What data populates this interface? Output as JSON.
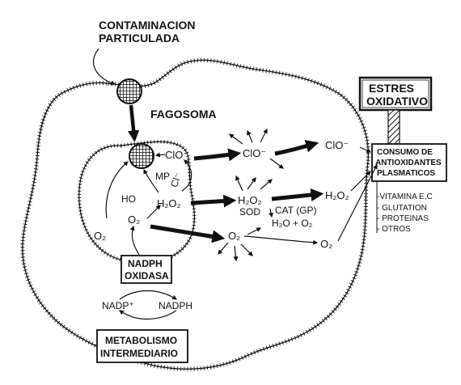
{
  "labels": {
    "contaminacion_line1": "CONTAMINACION",
    "contaminacion_line2": "PARTICULADA",
    "fagosoma": "FAGOSOMA",
    "estres_line1": "ESTRES",
    "estres_line2": "OXIDATIVO",
    "consumo_line1": "CONSUMO DE",
    "consumo_line2": "ANTIOXIDANTES",
    "consumo_line3": "PLASMATICOS",
    "antioxidant_list": [
      "-VITAMINA E,C",
      "- GLUTATION",
      "- PROTEINAS",
      "- OTROS"
    ],
    "clo_inner": "ClO⁻",
    "clo_mid": "ClO⁻",
    "clo_outer": "ClO⁻",
    "mp": "MP",
    "cl": "Cl⁻",
    "ho": "HO",
    "h2o2_inner": "H₂O₂",
    "h2o2_mid": "H₂O₂",
    "h2o2_outer": "H₂O₂",
    "sod": "SOD",
    "cat_gp": "CAT (GP)",
    "h2o_o2": "H₂O + O₂",
    "o2_inner": "O₂",
    "o2_left": "O₂",
    "o2_mid": "O₂",
    "o2_outer": "O₂",
    "nadph_oxidasa_line1": "NADPH",
    "nadph_oxidasa_line2": "OXIDASA",
    "nadp_plus": "NADP⁺",
    "nadph": "NADPH",
    "metabolismo_line1": "METABOLISMO",
    "metabolismo_line2": "INTERMEDIARIO"
  }
}
